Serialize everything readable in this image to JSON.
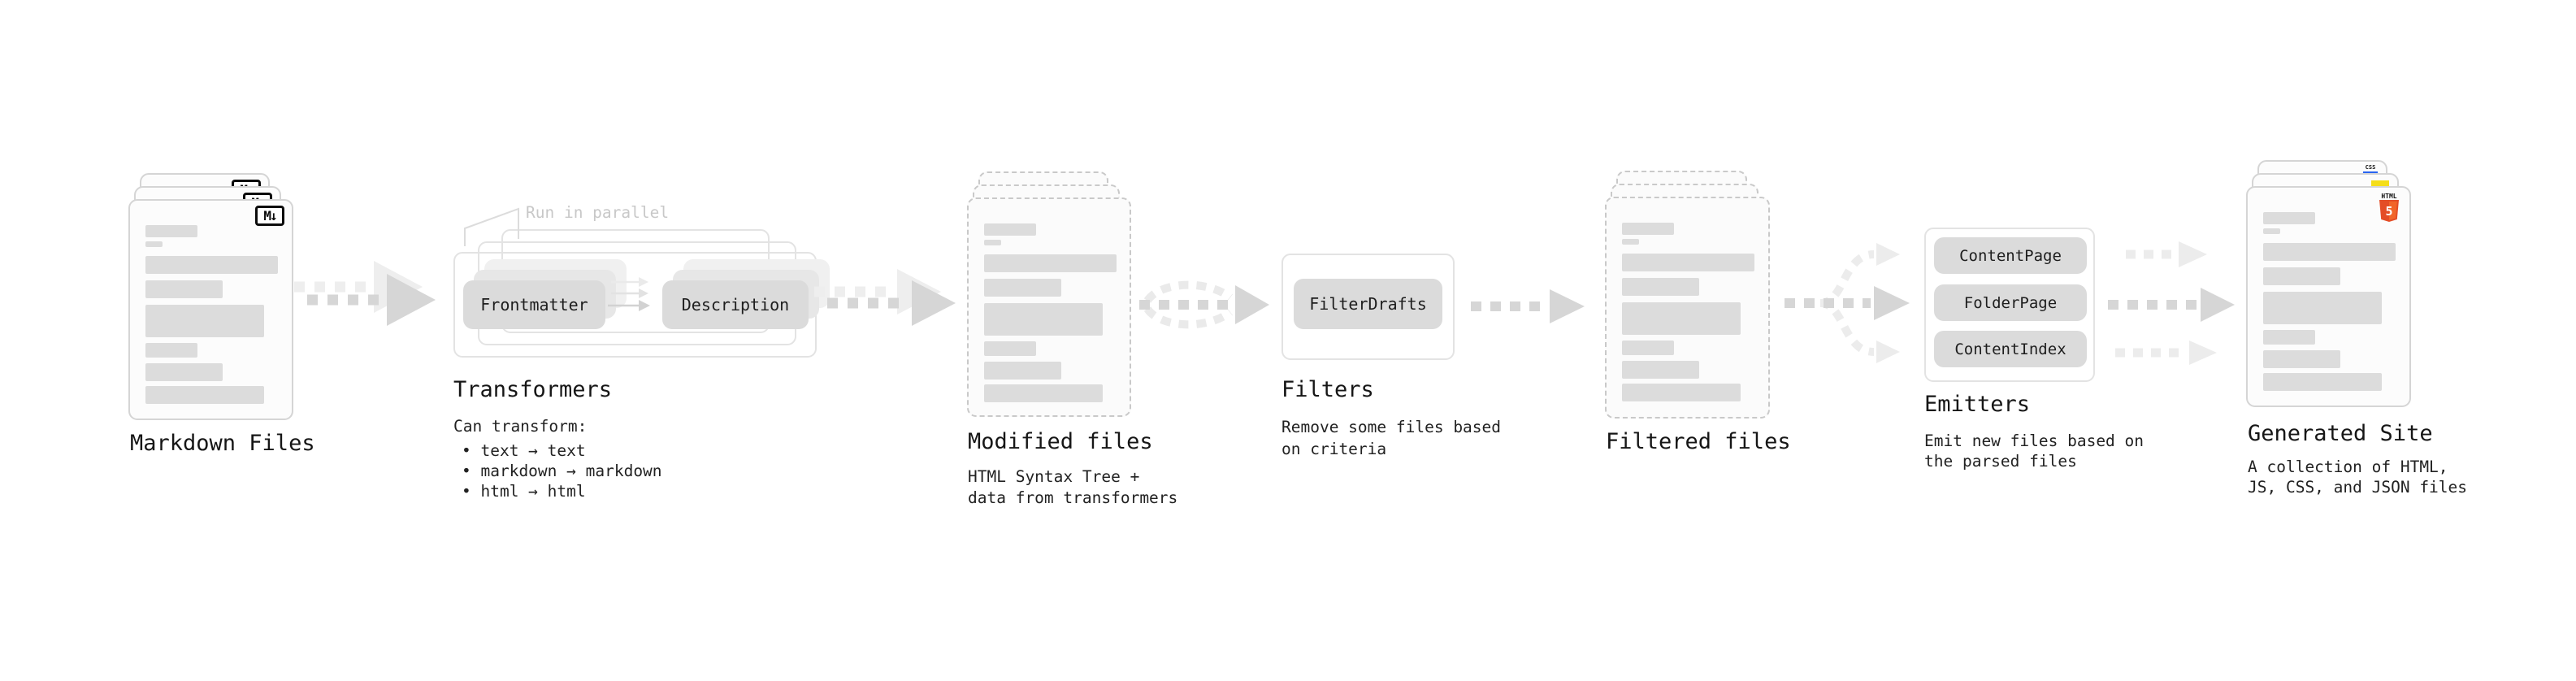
{
  "diagram": {
    "markdown": {
      "title": "Markdown Files",
      "badge": "M↓"
    },
    "transformers": {
      "title": "Transformers",
      "note": "Run in parallel",
      "pill_left": "Frontmatter",
      "pill_right": "Description",
      "desc_heading": "Can transform:",
      "bullets": [
        "• text → text",
        "• markdown → markdown",
        "• html → html"
      ]
    },
    "modified": {
      "title": "Modified files",
      "desc": [
        "HTML Syntax Tree +",
        "data from transformers"
      ]
    },
    "filters": {
      "title": "Filters",
      "pill": "FilterDrafts",
      "desc": [
        "Remove some files based",
        "on criteria"
      ]
    },
    "filtered": {
      "title": "Filtered files"
    },
    "emitters": {
      "title": "Emitters",
      "pills": [
        "ContentPage",
        "FolderPage",
        "ContentIndex"
      ],
      "desc": [
        "Emit new files based on",
        "the parsed files"
      ]
    },
    "generated": {
      "title": "Generated Site",
      "desc": [
        "A collection of HTML,",
        "JS, CSS, and JSON files"
      ],
      "css_badge": "CSS",
      "html5_word": "HTML",
      "html5_num": "5"
    }
  },
  "colors": {
    "arrow_main": "#d5d5d5",
    "arrow_light": "#ececec",
    "card_border": "#d5d5d5",
    "dashed_border": "#c9c9c9",
    "skeleton_bar": "#dcdcdc",
    "pill_bg": "#dbdbdb",
    "note_text": "#c8c8c8",
    "title_text": "#161616",
    "html5_orange": "#e44d26",
    "html5_orange_light": "#f16529",
    "js_yellow": "#f5de19",
    "css_blue": "#2965f1"
  }
}
